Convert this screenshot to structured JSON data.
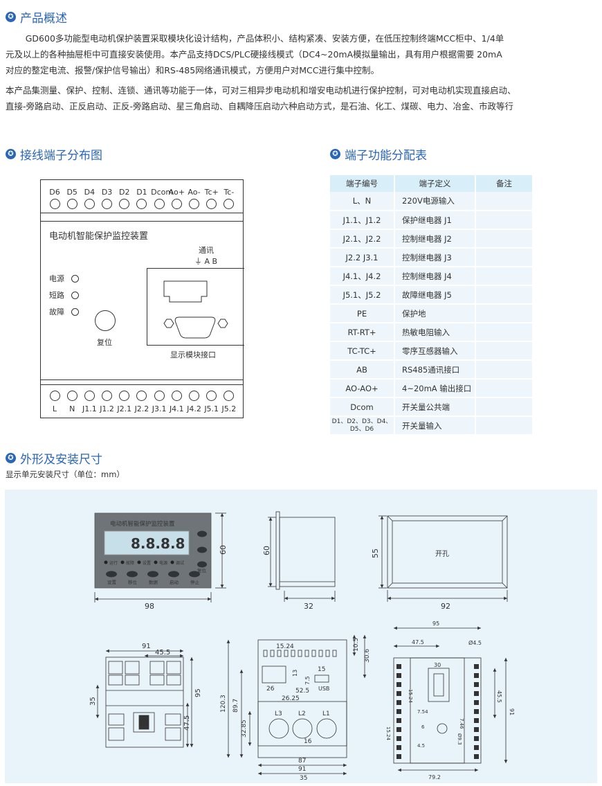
{
  "overview": {
    "title": "产品概述",
    "p1_line1": "GD600多功能型电动机保护装置采取模块化设计结构，产品体积小、结构紧凑、安装方便，在低压控制终端MCC柜中、1/4单",
    "p1_line2": "元及以上的各种抽屉柜中可直接安装使用。本产品支持DCS/PLC硬接线模式（DC4~20mA模拟量输出，具有用户根据需要 20mA",
    "p1_line3": "对应的整定电流、报警/保护信号输出）和RS-485网络通讯模式，方便用户对MCC进行集中控制。",
    "p2_line1": "本产品集测量、保护、控制、连锁、通讯等功能于一体，可对三相异步电动机和增安电动机进行保护控制，可对电动机实现直接启动、",
    "p2_line2": "直接-旁路启动、正反启动、正反-旁路启动、星三角启动、自耦降压启动六种启动方式，是石油、化工、煤碳、电力、冶金、市政等行"
  },
  "wiring": {
    "title": "接线端子分布图",
    "top_terminals": [
      "D6",
      "D5",
      "D4",
      "D3",
      "D2",
      "D1",
      "Dcom",
      "Ao+",
      "Ao-",
      "Tc+",
      "Tc-"
    ],
    "bottom_terminals": [
      "L",
      "N",
      "J1.1",
      "J1.2",
      "J2.1",
      "J2.2",
      "J3.1",
      "J4.1",
      "J4.2",
      "J5.1",
      "J5.2"
    ],
    "device_name": "电动机智能保护监控装置",
    "leds": [
      "电源",
      "短路",
      "故障"
    ],
    "reset_label": "复位",
    "comm_label": "通讯",
    "comm_pins": "⏚ A  B",
    "display_label": "显示模块接口"
  },
  "terminal_table": {
    "title": "端子功能分配表",
    "headers": [
      "端子编号",
      "端子定义",
      "备注"
    ],
    "rows": [
      [
        "L、N",
        "220V电源输入"
      ],
      [
        "J1.1、J1.2",
        "保护继电器 J1"
      ],
      [
        "J2.1、J2.2",
        "控制继电器 J2"
      ],
      [
        "J2.2  J3.1",
        "控制继电器 J3"
      ],
      [
        "J4.1、J4.2",
        "控制继电器 J4"
      ],
      [
        "J5.1、J5.2",
        "故障继电器 J5"
      ],
      [
        "PE",
        "保护地"
      ],
      [
        "RT-RT+",
        "热敏电阻输入"
      ],
      [
        "TC-TC+",
        "零序互感器输入"
      ],
      [
        "AB",
        "RS485通讯接口"
      ],
      [
        "AO-AO+",
        "4~20mA 输出接口"
      ],
      [
        "Dcom",
        "开关量公共端"
      ],
      [
        "D1、D2、D3、D4、D5、D6",
        "开关量输入"
      ]
    ]
  },
  "dimensions": {
    "title": "外形及安装尺寸",
    "caption": "显示单元安装尺寸（单位：mm）",
    "front": {
      "panel_title": "电动机智能保护监控装置",
      "lcd": "8.8.8.8",
      "width": "98",
      "height": "60",
      "buttons": [
        "设置",
        "移位",
        "数据",
        "启动",
        "停止"
      ],
      "indicators": [
        "运行",
        "故障",
        "设置",
        "电源",
        "调试"
      ],
      "side": [
        "复位"
      ]
    },
    "side": {
      "height": "60",
      "depth": "32"
    },
    "cutout": {
      "label": "开孔",
      "width": "92",
      "height": "55"
    },
    "module_front": {
      "w1": "91",
      "w2": "45.5",
      "h1": "95",
      "h2": "47.5",
      "h3": "35"
    },
    "module_top": {
      "d1": "15.24",
      "d2": "10.5",
      "d3": "30.6",
      "d4": "120.3",
      "d5": "89.7",
      "d6": "13",
      "d7": "7.5",
      "d8": "15",
      "d9": "26",
      "d10": "52.5",
      "d11": "26.25",
      "d12": "32.85",
      "d13": "16",
      "d14": "87",
      "d15": "91",
      "d16": "35",
      "usb": "USB",
      "phases": [
        "L3",
        "L2",
        "L1"
      ]
    },
    "module_pcb": {
      "w": "95",
      "d1": "47.5",
      "d2": "30",
      "d3": "Ø4.5",
      "d4": "45.5",
      "d5": "91",
      "d6": "15.24",
      "d7": "7.54",
      "d8": "7.46",
      "d9": "6",
      "d10": "Ø9.3",
      "d11": "4.5",
      "d12": "15.24",
      "d13": "79.2"
    }
  }
}
